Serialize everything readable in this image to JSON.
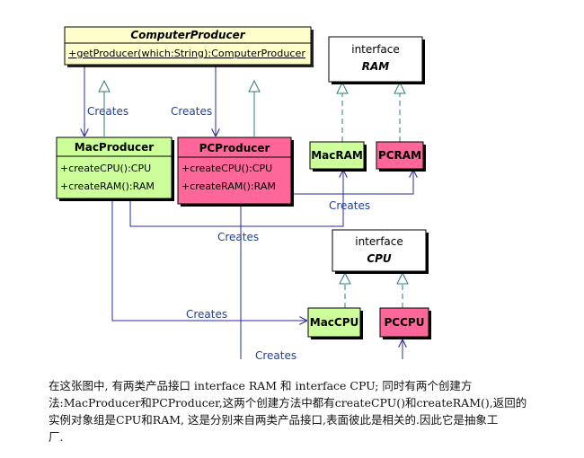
{
  "diagram": {
    "computer_producer": {
      "name": "ComputerProducer",
      "operation": "+getProducer(which:String):ComputerProducer"
    },
    "mac_producer": {
      "name": "MacProducer",
      "operations": [
        "+createCPU():CPU",
        "+createRAM():RAM"
      ]
    },
    "pc_producer": {
      "name": "PCProducer",
      "operations": [
        "+createCPU():CPU",
        "+createRAM():RAM"
      ]
    },
    "ram_interface": {
      "keyword": "interface",
      "name": "RAM"
    },
    "cpu_interface": {
      "keyword": "interface",
      "name": "CPU"
    },
    "mac_ram": {
      "name": "MacRAM"
    },
    "pc_ram": {
      "name": "PCRAM"
    },
    "mac_cpu": {
      "name": "MacCPU"
    },
    "pc_cpu": {
      "name": "PCCPU"
    },
    "creates_label": "Creates"
  },
  "colors": {
    "producer_fill": "#ffffcc",
    "mac_fill": "#ccff99",
    "pc_fill": "#ff6699",
    "interface_fill": "#ffffff"
  },
  "caption": {
    "lines": [
      "在这张图中, 有两类产品接口 interface RAM 和 interface CPU; 同时有两个创建方",
      "法:MacProducer和PCProducer,这两个创建方法中都有createCPU()和createRAM(),返回的",
      "实例对象组是CPU和RAM, 这是分别来自两类产品接口,表面彼此是相关的.因此它是抽象工",
      "厂."
    ]
  }
}
